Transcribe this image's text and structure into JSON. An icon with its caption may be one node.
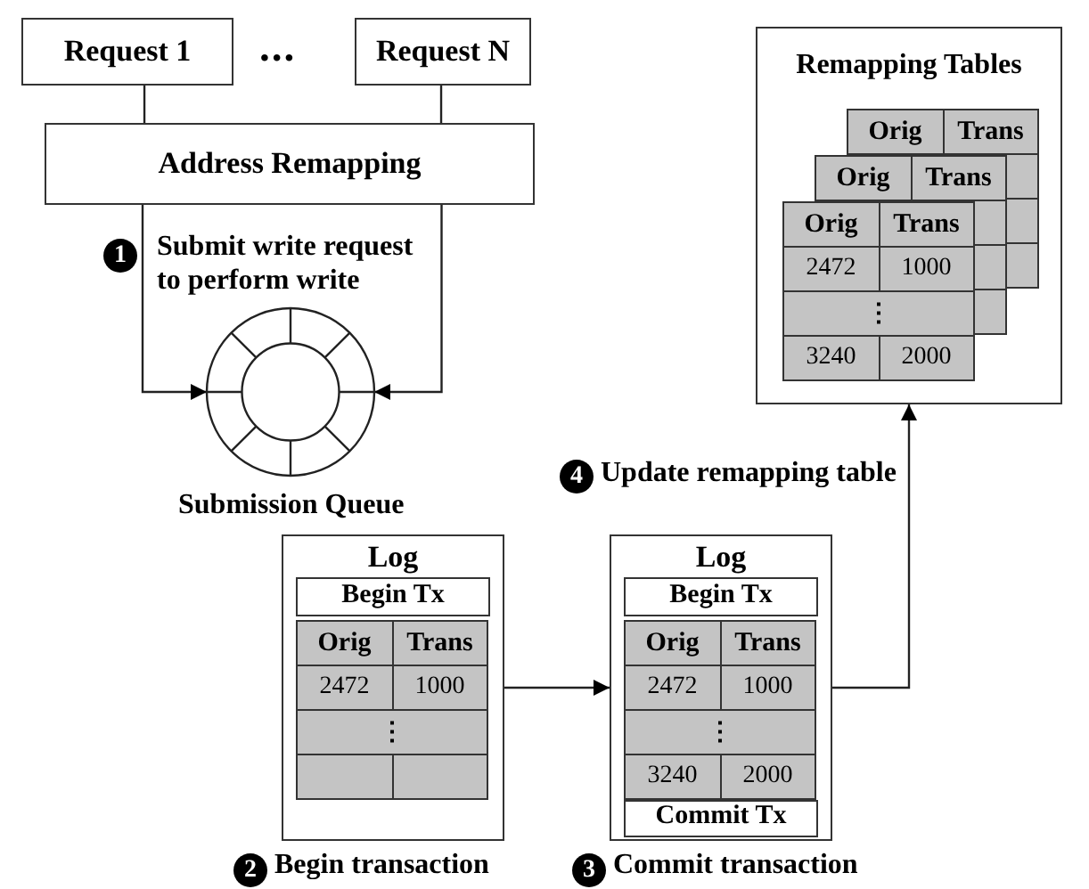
{
  "diagram": {
    "nodes": [
      {
        "text": [
          "Request 1"
        ]
      },
      {
        "text": [
          "Request N"
        ]
      },
      {
        "text": [
          "Address Remapping"
        ]
      },
      {
        "text": [],
        "shape": "circle",
        "beside": [
          "Submission Queue"
        ]
      },
      {
        "text": [
          "Log"
        ]
      },
      {
        "text": [
          "Begin Tx"
        ],
        "in": 4
      },
      {
        "text": [
          "Log"
        ]
      },
      {
        "text": [
          "Begin Tx"
        ],
        "in": 6
      },
      {
        "text": [
          "Commit Tx"
        ],
        "in": 6
      },
      {
        "text": [
          "Remapping Tables"
        ]
      }
    ],
    "edges": [
      {
        "from": 0,
        "to": 2,
        "arrow": "none"
      },
      {
        "from": 1,
        "to": 2,
        "arrow": "none"
      },
      {
        "from": 2,
        "to": 3,
        "arrow": "to"
      },
      {
        "from": 2,
        "to": 3,
        "arrow": "to"
      },
      {
        "from": 4,
        "to": 6,
        "arrow": "to"
      },
      {
        "from": 6,
        "to": 9,
        "arrow": "to"
      }
    ],
    "labels": [
      "•••",
      "Orig",
      "Trans",
      "Orig",
      "Trans",
      "Orig",
      "Trans",
      "2472",
      "1000",
      "⋮",
      "3240",
      "2000",
      "1",
      "Submit write request to perform write",
      "4",
      "Update remapping table",
      "Orig",
      "Trans",
      "2472",
      "1000",
      "⋮",
      "Orig",
      "Trans",
      "2472",
      "1000",
      "⋮",
      "3240",
      "2000",
      "2",
      "Begin transaction",
      "3",
      "Commit transaction"
    ]
  }
}
